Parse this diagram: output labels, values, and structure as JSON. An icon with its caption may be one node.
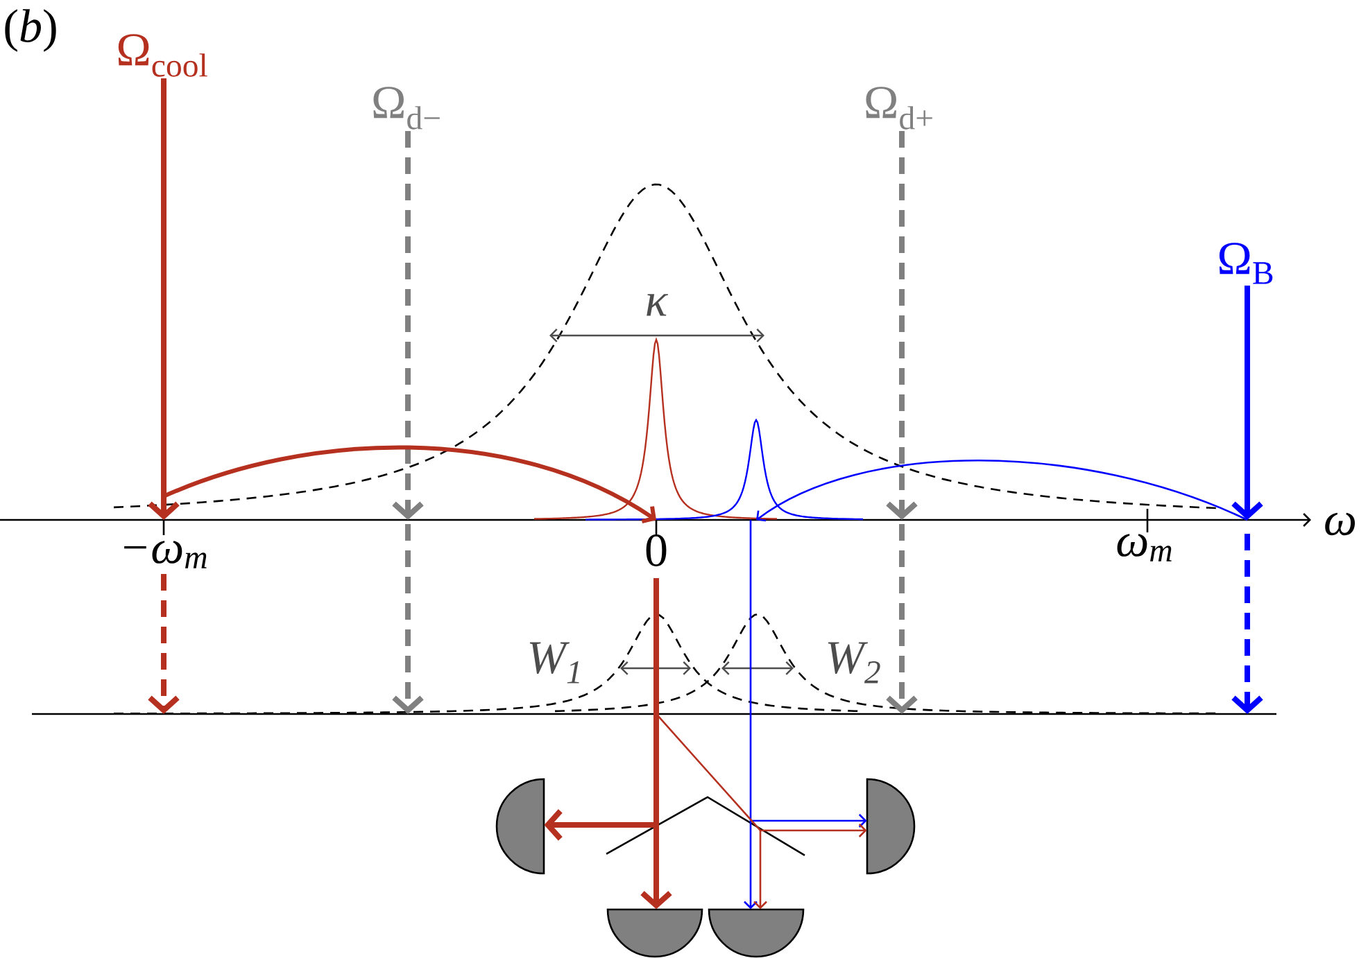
{
  "diagram": {
    "nodes": [
      {
        "text": [
          "Ω$_{cool}$"
        ]
      },
      {
        "text": [
          "Ω$_{d−}$"
        ]
      },
      {
        "text": [
          "Ω$_{d+}$"
        ]
      },
      {
        "text": [
          "Ω$_{B}$"
        ]
      },
      {
        "text": [],
        "shape": "peak"
      },
      {
        "text": [],
        "shape": "peak"
      },
      {
        "text": [],
        "shape": "semicircle"
      },
      {
        "text": [],
        "shape": "semicircle"
      },
      {
        "text": [],
        "shape": "semicircle"
      },
      {
        "text": [],
        "shape": "semicircle"
      }
    ],
    "edges": [
      {
        "from": 0,
        "to": null,
        "arrow": "to",
        "color": "#b5301f"
      },
      {
        "from": 1,
        "to": null,
        "arrow": "to",
        "style": "dashed",
        "color": "#808080"
      },
      {
        "from": 2,
        "to": null,
        "arrow": "to",
        "style": "dashed",
        "color": "#808080"
      },
      {
        "from": 3,
        "to": null,
        "arrow": "to",
        "color": "#0000ff"
      },
      {
        "from": null,
        "to": 4,
        "arrow": "to",
        "color": "#b5301f"
      },
      {
        "from": null,
        "to": 5,
        "arrow": "to",
        "color": "#0000ff"
      },
      {
        "from": null,
        "to": 6,
        "arrow": "to",
        "color": "#b5301f"
      },
      {
        "from": null,
        "to": 7,
        "arrow": "to",
        "color": "#b5301f"
      },
      {
        "from": 5,
        "to": 8,
        "arrow": "to",
        "color": "#0000ff"
      },
      {
        "from": 5,
        "to": 9,
        "arrow": "to",
        "color": "#0000ff"
      },
      {
        "from": null,
        "to": 9,
        "arrow": "to",
        "color": "#b5301f"
      },
      {
        "from": null,
        "to": 8,
        "arrow": "to",
        "color": "#b5301f"
      }
    ],
    "labels": [
      "(*b*)",
      "κ",
      "−ω$_{m}$",
      "0",
      "ω$_{m}$",
      "ω",
      "W$_{1}$",
      "W$_{2}$"
    ]
  }
}
